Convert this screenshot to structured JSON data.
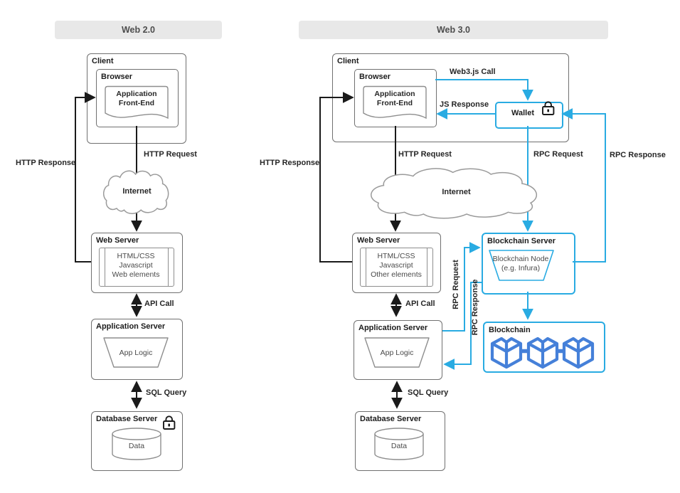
{
  "colors": {
    "accent_blue": "#29abe2",
    "cube_blue": "#4580d9",
    "header_bg": "#e8e8e8"
  },
  "headers": {
    "web20": "Web 2.0",
    "web30": "Web 3.0"
  },
  "web20": {
    "client_title": "Client",
    "browser_title": "Browser",
    "frontend": [
      "Application",
      "Front-End"
    ],
    "http_request": "HTTP Request",
    "http_response": "HTTP Response",
    "internet": "Internet",
    "web_server_title": "Web Server",
    "web_server_lines": [
      "HTML/CSS",
      "Javascript",
      "Web elements"
    ],
    "api_call": "API Call",
    "app_server_title": "Application Server",
    "app_logic": "App Logic",
    "sql_query": "SQL Query",
    "db_server_title": "Database Server",
    "data": "Data"
  },
  "web30": {
    "client_title": "Client",
    "browser_title": "Browser",
    "frontend": [
      "Application",
      "Front-End"
    ],
    "web3_call": "Web3.js Call",
    "js_response": "JS Response",
    "wallet_title": "Wallet",
    "http_request": "HTTP Request",
    "http_response": "HTTP Response",
    "rpc_request": "RPC Request",
    "rpc_response": "RPC Response",
    "internet": "Internet",
    "web_server_title": "Web Server",
    "web_server_lines": [
      "HTML/CSS",
      "Javascript",
      "Other elements"
    ],
    "api_call": "API Call",
    "blockchain_server_title": "Blockchain Server",
    "blockchain_node": [
      "Blockchain Node",
      "(e.g. Infura)"
    ],
    "app_server_title": "Application Server",
    "app_logic": "App Logic",
    "rpc_request_vertical": "RPC Request",
    "rpc_response_vertical": "RPC Response",
    "sql_query": "SQL Query",
    "db_server_title": "Database Server",
    "data": "Data",
    "blockchain_title": "Blockchain"
  }
}
